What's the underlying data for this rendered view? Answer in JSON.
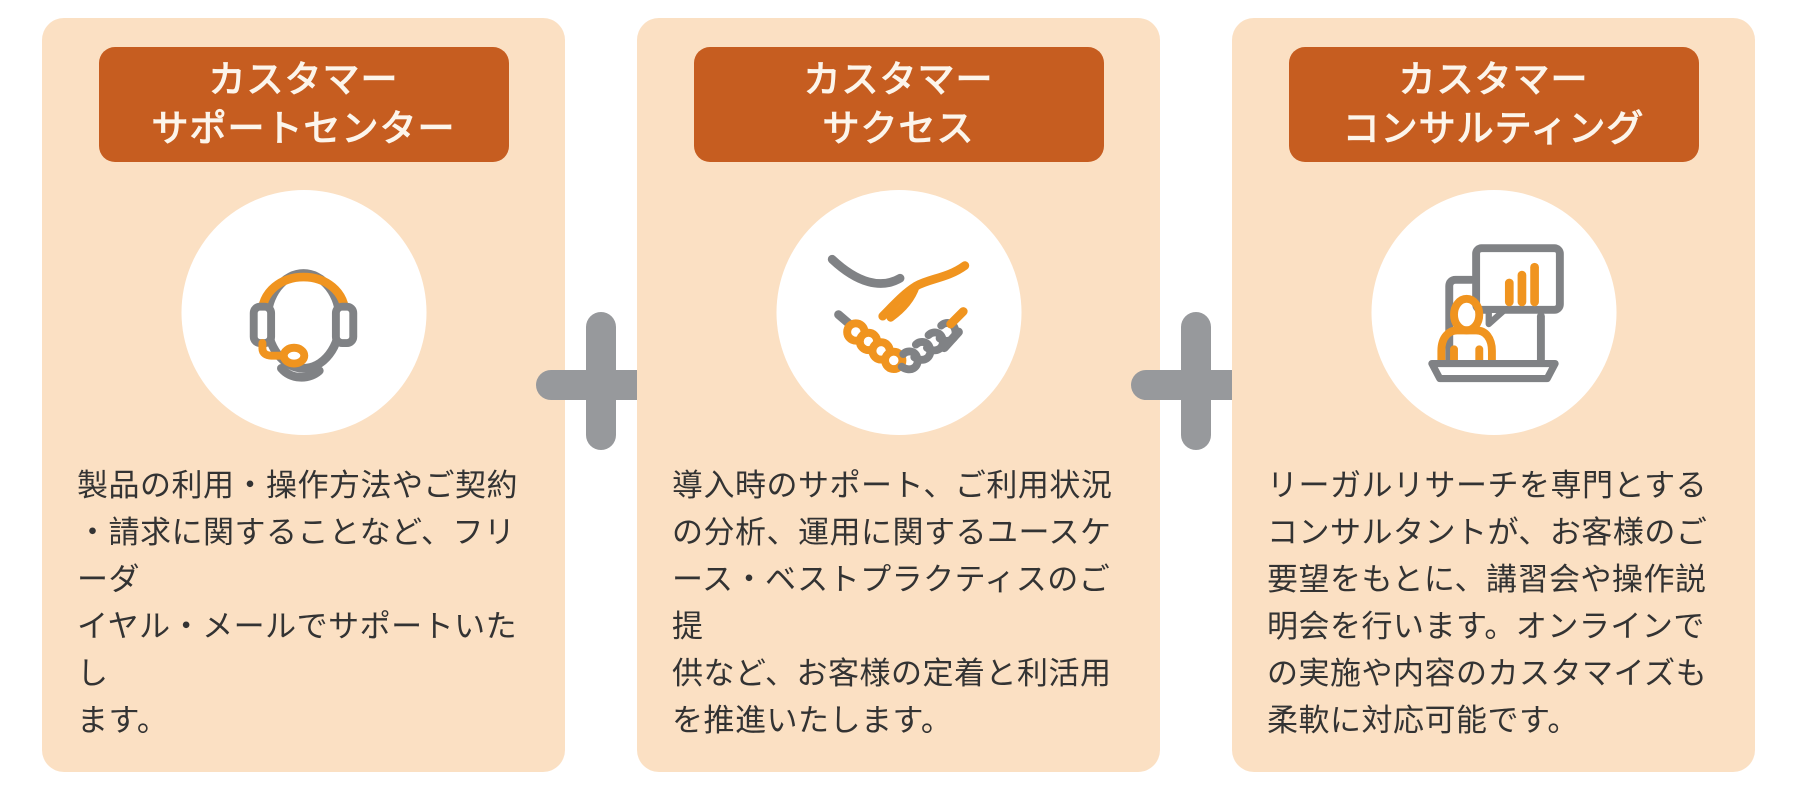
{
  "infographic": {
    "type": "three-service-components",
    "separator_symbol": "+",
    "colors": {
      "card_background": "#FBE0C3",
      "badge_background": "#C65D20",
      "badge_text": "#FCF5EB",
      "body_text": "#333333",
      "plus_sign": "#97999C",
      "icon_orange": "#F0941F",
      "icon_gray": "#808285",
      "icon_circle_background": "#FFFFFF",
      "page_background": "#FFFFFF"
    }
  },
  "cards": [
    {
      "id": "customer-support-center",
      "badge": "カスタマー\nサポートセンター",
      "icon": "headset-icon",
      "body": "製品の利用・操作方法やご契約\n・請求に関することなど、フリーダ\nイヤル・メールでサポートいたし\nます。"
    },
    {
      "id": "customer-success",
      "badge": "カスタマー\nサクセス",
      "icon": "handshake-icon",
      "body": "導入時のサポート、ご利用状況\nの分析、運用に関するユースケ\nース・ベストプラクティスのご提\n供など、お客様の定着と利活用\nを推進いたします。"
    },
    {
      "id": "customer-consulting",
      "badge": "カスタマー\nコンサルティング",
      "icon": "consulting-icon",
      "body": "リーガルリサーチを専門とする\nコンサルタントが、お客様のご\n要望をもとに、講習会や操作説\n明会を行います。オンラインで\nの実施や内容のカスタマイズも\n柔軟に対応可能です。"
    }
  ]
}
